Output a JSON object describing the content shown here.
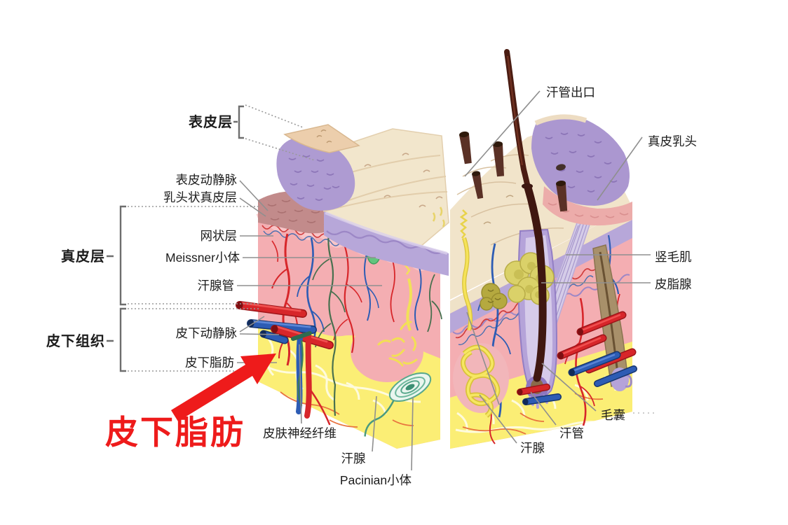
{
  "figure": {
    "description_labels_left": {
      "epidermis_layer": "表皮层",
      "epidermal_vessels": "表皮动静脉",
      "papillary_dermis": "乳头状真皮层",
      "reticular_layer": "网状层",
      "meissner_corpuscle": "Meissner小体",
      "sweat_gland_duct": "汗腺管",
      "dermis_layer": "真皮层",
      "subcutaneous_vessels": "皮下动静脉",
      "subcutaneous_tissue": "皮下组织",
      "subcutaneous_fat": "皮下脂肪"
    },
    "description_labels_bottom": {
      "skin_nerve_fibers": "皮肤神经纤维",
      "sweat_gland_left": "汗腺",
      "pacinian_corpuscle": "Pacinian小体"
    },
    "description_labels_right": {
      "sweat_duct_outlet": "汗管出口",
      "dermal_papilla": "真皮乳头",
      "arrector_pili": "竖毛肌",
      "sebaceous_gland": "皮脂腺",
      "hair_follicle": "毛囊",
      "sweat_duct": "汗管",
      "sweat_gland_right": "汗腺"
    },
    "highlight": {
      "big_red_label": "皮下脂肪",
      "highlight_color": "#ee1b1b"
    },
    "colors": {
      "dermis_pink": "#f4aeb2",
      "fat_yellow": "#fbee75",
      "epidermis_cream": "#f1e4ca",
      "epidermis_purple": "#b09dd3",
      "artery_red": "#d7262a",
      "vein_blue": "#2d5cb4",
      "nerve_green": "#48704f",
      "leader_gray": "#8f8f8f",
      "text_black": "#1c1c1c"
    }
  }
}
